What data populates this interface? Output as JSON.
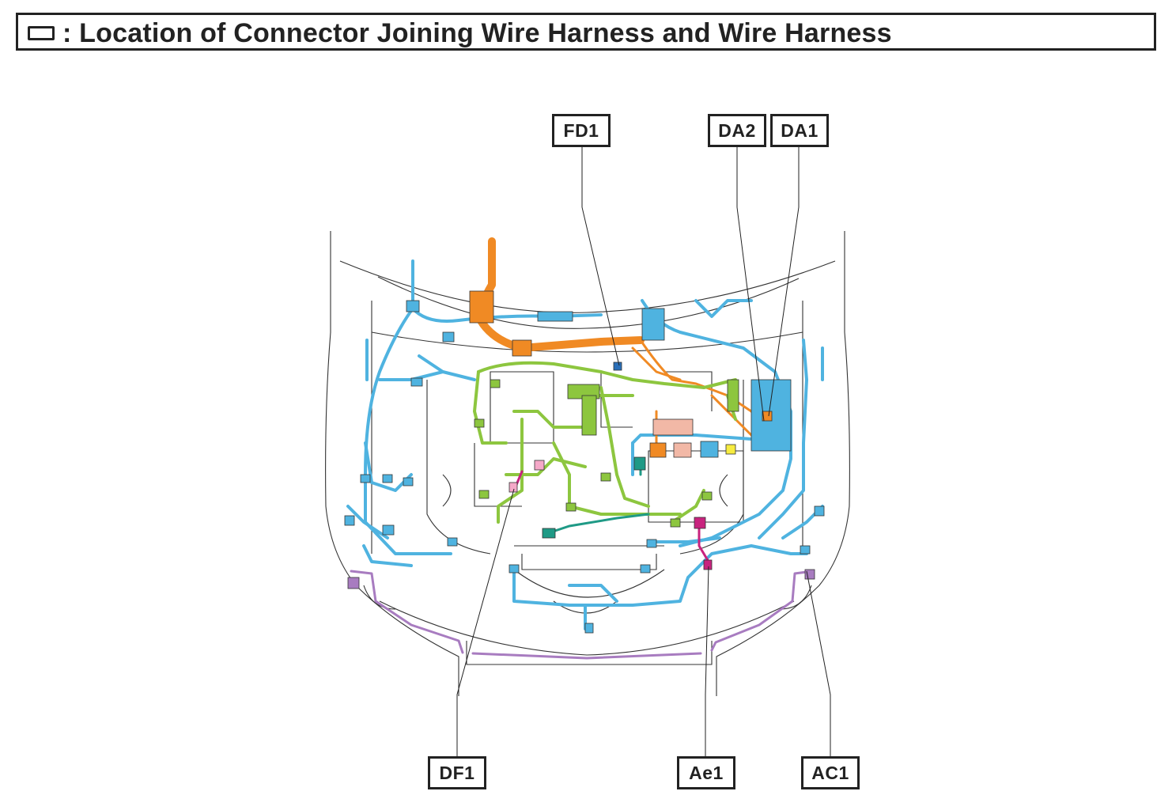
{
  "header": {
    "legend_symbol": "connector-box",
    "title": ": Location of Connector Joining Wire Harness and Wire Harness"
  },
  "callouts": {
    "fd1": "FD1",
    "da2": "DA2",
    "da1": "DA1",
    "df1": "DF1",
    "ae1": "Ae1",
    "ac1": "AC1"
  },
  "colors": {
    "outline": "#333333",
    "harness_blue": "#4fb3e0",
    "harness_orange": "#f08a24",
    "harness_green": "#8dc63f",
    "harness_teal": "#1f9a86",
    "harness_purple": "#a87cc0",
    "harness_magenta": "#c8237e",
    "harness_pink": "#f2b8a6"
  }
}
